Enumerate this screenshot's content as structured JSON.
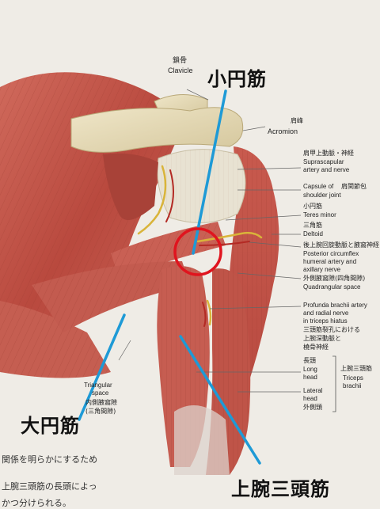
{
  "callouts": {
    "teres_minor_jp": "小円筋",
    "teres_major_jp": "大円筋",
    "triceps_jp": "上腕三頭筋"
  },
  "labels": {
    "clavicle_jp": "鎖骨",
    "clavicle_en": "Clavicle",
    "acromion_jp": "肩峰",
    "acromion_en": "Acromion",
    "suprascapular_jp": "肩甲上動脈・神経",
    "suprascapular_en1": "Suprascapular",
    "suprascapular_en2": "artery and nerve",
    "capsule_en1": "Capsule of",
    "capsule_jp": "肩関節包",
    "capsule_en2": "shoulder joint",
    "teres_minor_label_jp": "小円筋",
    "teres_minor_label_en": "Teres minor",
    "deltoid_jp": "三角筋",
    "deltoid_en": "Deltoid",
    "circumflex_jp": "後上腕回旋動脈と腋窩神経",
    "circumflex_en1": "Posterior circumflex",
    "circumflex_en2": "humeral artery and",
    "circumflex_en3": "axillary nerve",
    "quadrangular_jp": "外側腋窩隙(四角間隙)",
    "quadrangular_en": "Quadrangular space",
    "profunda_en1": "Profunda brachii artery",
    "profunda_en2": "and radial nerve",
    "profunda_en3": "in triceps hiatus",
    "profunda_jp1": "三頭筋裂孔における",
    "profunda_jp2": "上腕深動脈と",
    "profunda_jp3": "橈骨神経",
    "long_head_jp": "長頭",
    "long_head_en1": "Long",
    "long_head_en2": "head",
    "lateral_head_en1": "Lateral",
    "lateral_head_en2": "head",
    "lateral_head_jp": "外側頭",
    "triceps_group_jp": "上腕三頭筋",
    "triceps_group_en1": "Triceps",
    "triceps_group_en2": "brachii",
    "triangular_en1": "Triangular",
    "triangular_en2": "space",
    "triangular_jp1": "内側腋窩隙",
    "triangular_jp2": "(三角間隙)"
  },
  "bottom_text": {
    "line1": "関係を明らかにするため",
    "line2": "上腕三頭筋の長頭によっ",
    "line3": "かつ分けられる。"
  },
  "colors": {
    "callout_line": "#1e9ad6",
    "highlight_circle": "#e0141e",
    "muscle": "#c2574a",
    "bone": "#e2d7b4"
  }
}
